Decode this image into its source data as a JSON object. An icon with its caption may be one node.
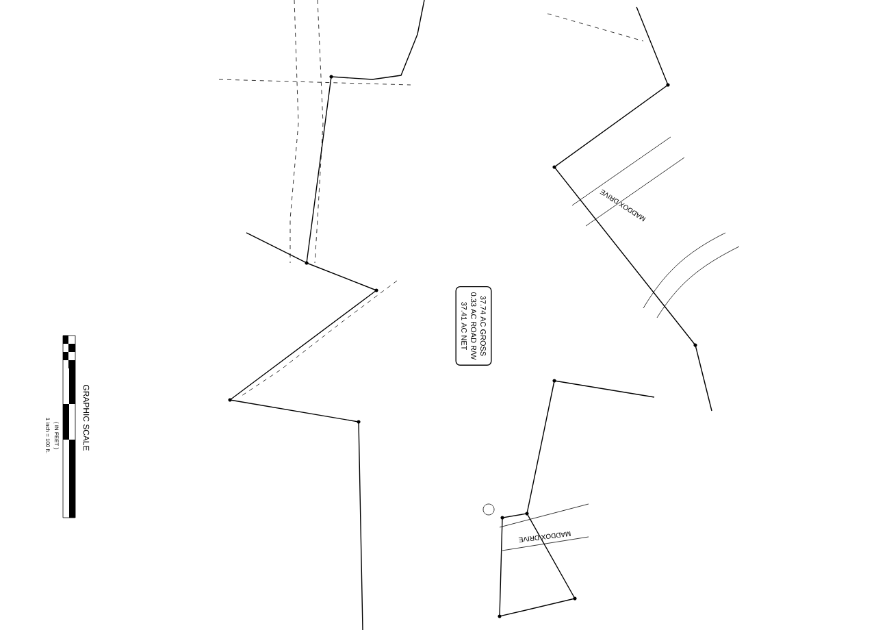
{
  "diagram": {
    "nodes": [
      {
        "text": [
          "37.74 AC GROSS",
          "0.33 AC ROAD R/W",
          "37.41 AC NET"
        ]
      }
    ],
    "labels": [
      "GRAPHIC SCALE",
      "( IN FEET )",
      "1 inch = 100 ft.",
      "MADDOX DRIVE",
      "MADDOX DRIVE"
    ]
  }
}
